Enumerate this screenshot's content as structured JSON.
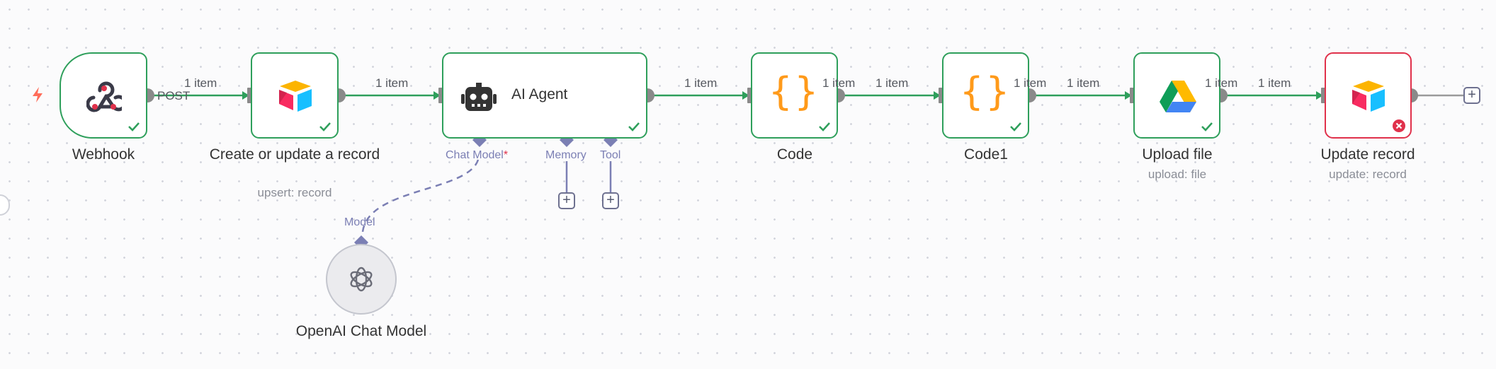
{
  "canvas": {
    "nodes": [
      {
        "id": "webhook",
        "label": "Webhook",
        "subtitle": "",
        "status": "success",
        "output_label": "POST"
      },
      {
        "id": "airtable-upsert",
        "label": "Create or update a record",
        "subtitle": "upsert: record",
        "status": "success"
      },
      {
        "id": "ai-agent",
        "label": "AI Agent",
        "subtitle": "",
        "status": "success",
        "ports": {
          "chat_model": "Chat Model",
          "required_mark": "*",
          "memory": "Memory",
          "tool": "Tool"
        }
      },
      {
        "id": "code",
        "label": "Code",
        "subtitle": "",
        "status": "success"
      },
      {
        "id": "code1",
        "label": "Code1",
        "subtitle": "",
        "status": "success"
      },
      {
        "id": "upload-file",
        "label": "Upload file",
        "subtitle": "upload: file",
        "status": "success"
      },
      {
        "id": "update-record",
        "label": "Update record",
        "subtitle": "update: record",
        "status": "error"
      }
    ],
    "sub_node": {
      "label": "OpenAI Chat Model",
      "port_label": "Model"
    },
    "connections": [
      {
        "from": "webhook",
        "to": "airtable-upsert",
        "label": "1 item"
      },
      {
        "from": "airtable-upsert",
        "to": "ai-agent",
        "label": "1 item"
      },
      {
        "from": "ai-agent",
        "to": "code",
        "label": "1 item"
      },
      {
        "from": "code",
        "to": "code1",
        "label": "1 item"
      },
      {
        "from": "code1",
        "to": "upload-file",
        "label": "1 item"
      },
      {
        "from": "upload-file",
        "to": "update-record",
        "label": "1 item"
      }
    ],
    "colors": {
      "success": "#2e9f5b",
      "error": "#e0314b",
      "port": "#7b7fb4",
      "handle": "#8a8a8a",
      "trigger": "#ff6d5a"
    },
    "icons": {
      "webhook": "webhook-icon",
      "airtable": "airtable-icon",
      "agent": "robot-icon",
      "code": "curly-braces-icon",
      "drive": "google-drive-icon",
      "openai": "openai-icon"
    },
    "add_symbol": "+"
  }
}
